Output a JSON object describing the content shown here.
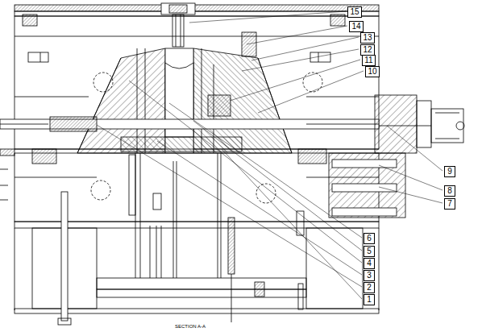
{
  "diagram": {
    "nodes": [
      {
        "text": [
          "15"
        ]
      },
      {
        "text": [
          "14"
        ]
      },
      {
        "text": [
          "13"
        ]
      },
      {
        "text": [
          "12"
        ]
      },
      {
        "text": [
          "11"
        ]
      },
      {
        "text": [
          "10"
        ]
      },
      {
        "text": [
          "9"
        ]
      },
      {
        "text": [
          "8"
        ]
      },
      {
        "text": [
          "7"
        ]
      },
      {
        "text": [
          "6"
        ]
      },
      {
        "text": [
          "5"
        ]
      },
      {
        "text": [
          "4"
        ]
      },
      {
        "text": [
          "3"
        ]
      },
      {
        "text": [
          "2"
        ]
      },
      {
        "text": [
          "1"
        ]
      }
    ],
    "labels": [
      "SECTION A-A"
    ]
  }
}
